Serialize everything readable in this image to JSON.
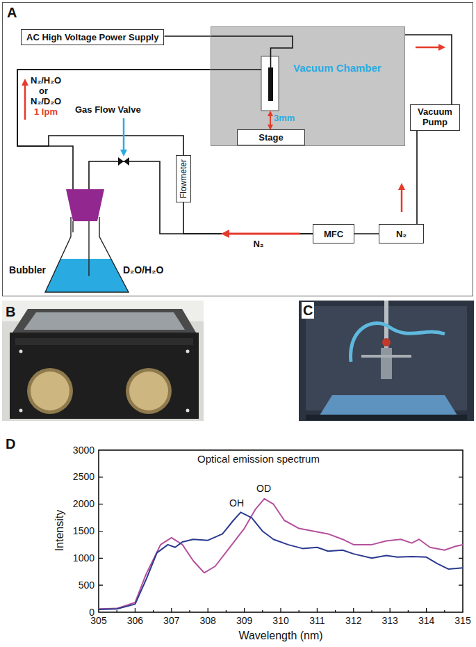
{
  "diagram": {
    "nodes": [
      {
        "text": [
          "AC High Voltage Power Supply"
        ]
      },
      {
        "text": [
          "Vacuum Chamber"
        ]
      },
      {
        "text": [
          "Stage"
        ],
        "in": 1
      },
      {
        "text": [
          "Vacuum Pump"
        ]
      },
      {
        "text": [
          "Flowmeter"
        ]
      },
      {
        "text": [
          "MFC"
        ]
      },
      {
        "text": [
          "N₂"
        ]
      },
      {
        "text": [
          "Bubbler",
          "D₂O/H₂O"
        ]
      }
    ],
    "edges": [
      {
        "from": 0,
        "to": 1,
        "arrow": "none"
      },
      {
        "from": 6,
        "to": 5,
        "arrow": "none"
      },
      {
        "from": 5,
        "to": 4,
        "label": "N₂",
        "arrow": "none"
      },
      {
        "from": 5,
        "to": 7,
        "arrow": "none"
      },
      {
        "from": 4,
        "to": 1,
        "arrow": "none"
      },
      {
        "from": 7,
        "to": 1,
        "arrow": "none"
      },
      {
        "from": 1,
        "to": 3,
        "arrow": "none"
      },
      {
        "from": 6,
        "to": 3,
        "arrow": "none"
      }
    ],
    "labels": [
      "A",
      "3mm",
      "N₂/H₂O",
      "or",
      "N₂/D₂O",
      "1 lpm",
      "Gas Flow Valve",
      "B",
      "C",
      "D",
      "Optical emission spectrum",
      "OH",
      "OD",
      "0",
      "500",
      "1000",
      "1500",
      "2000",
      "2500",
      "3000",
      "305",
      "306",
      "307",
      "308",
      "309",
      "310",
      "311",
      "312",
      "313",
      "314",
      "315",
      "Intensity",
      "Wavelength (nm)"
    ]
  }
}
